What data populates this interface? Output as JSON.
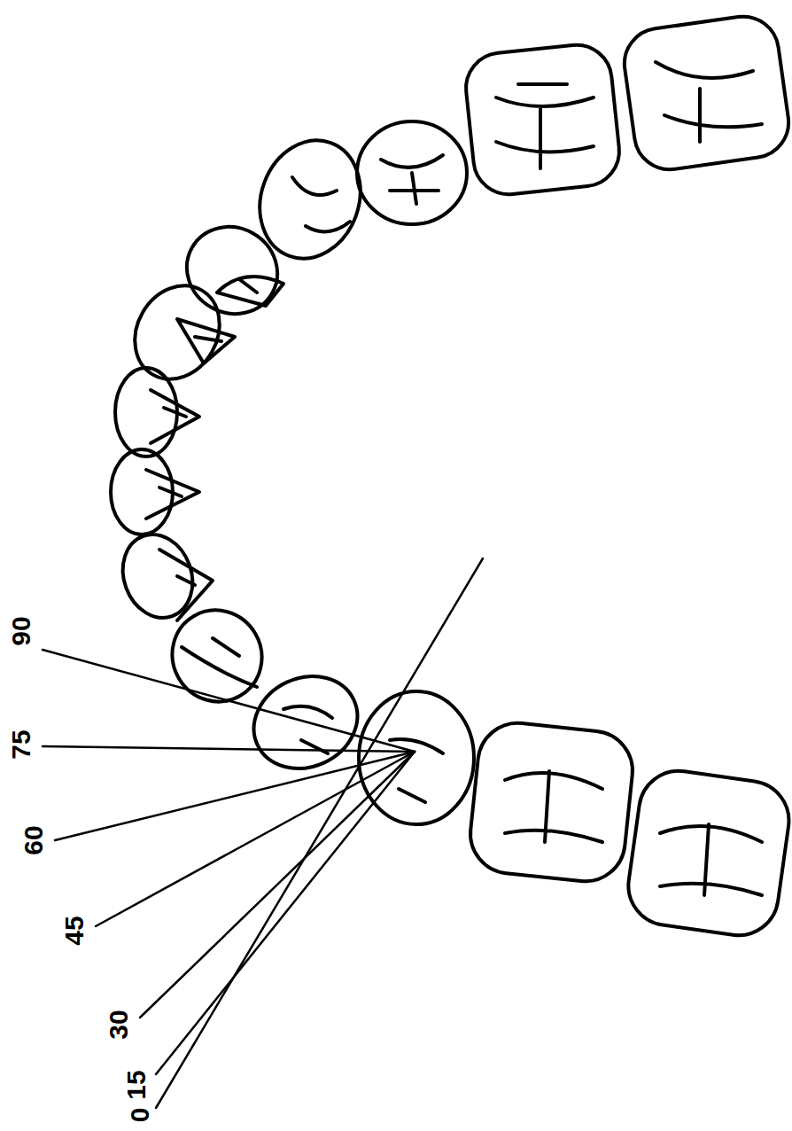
{
  "diagram": {
    "labels": [
      "90",
      "75",
      "60",
      "45",
      "30",
      "15",
      "0"
    ]
  }
}
